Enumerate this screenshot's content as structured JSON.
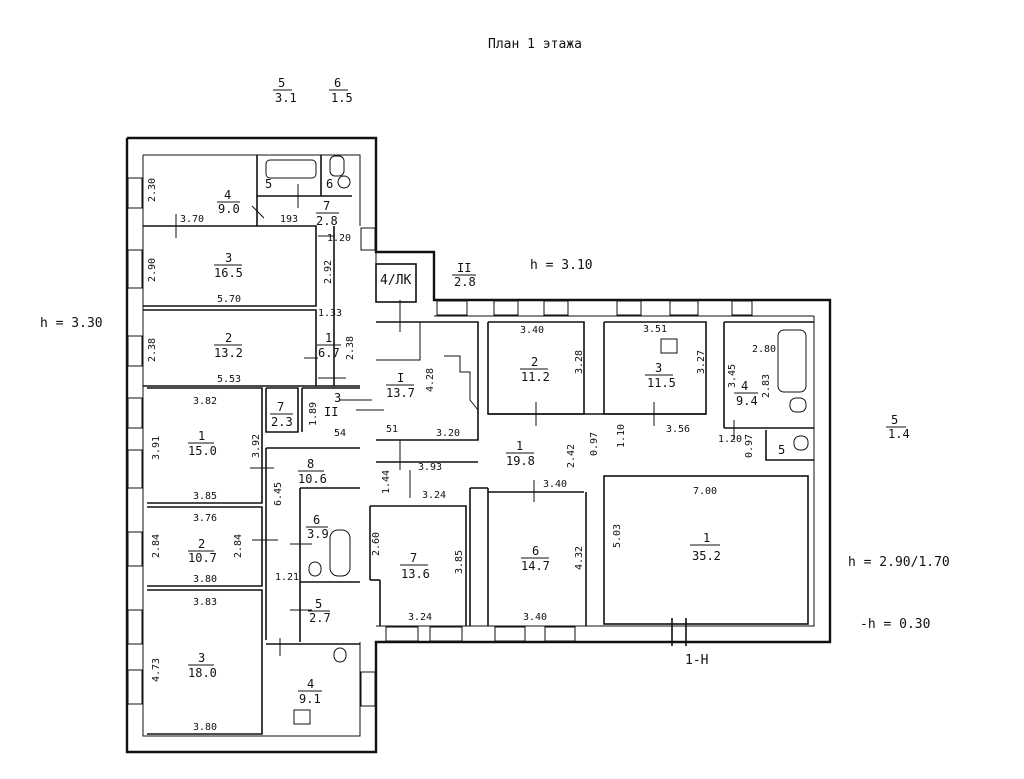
{
  "title": "План 1 этажа",
  "heights": {
    "left": "h = 3.30",
    "center": "h = 3.10",
    "right_main": "h = 2.90/1.70",
    "right_minus": "-h = 0.30"
  },
  "entrance": "1-Н",
  "stair_label": "4/ЛК",
  "top_fractions": [
    {
      "n": "5",
      "a": "3.1"
    },
    {
      "n": "6",
      "a": "1.5"
    },
    {
      "n": "II",
      "a": "2.8"
    },
    {
      "n": "5",
      "a": "1.4"
    }
  ],
  "rooms": [
    {
      "n": "4",
      "a": "9.0"
    },
    {
      "n": "7",
      "a": "2.8"
    },
    {
      "n": "3",
      "a": "16.5"
    },
    {
      "n": "2",
      "a": "13.2"
    },
    {
      "n": "1",
      "a": "6.7"
    },
    {
      "n": "1",
      "a": "15.0"
    },
    {
      "n": "7",
      "a": "2.3"
    },
    {
      "n": "8",
      "a": "10.6"
    },
    {
      "n": "2",
      "a": "10.7"
    },
    {
      "n": "6",
      "a": "3.9"
    },
    {
      "n": "5",
      "a": "2.7"
    },
    {
      "n": "3",
      "a": "18.0"
    },
    {
      "n": "4",
      "a": "9.1"
    },
    {
      "n": "I",
      "a": "13.7"
    },
    {
      "n": "7",
      "a": "13.6"
    },
    {
      "n": "2",
      "a": "11.2"
    },
    {
      "n": "1",
      "a": "19.8"
    },
    {
      "n": "6",
      "a": "14.7"
    },
    {
      "n": "3",
      "a": "11.5"
    },
    {
      "n": "4",
      "a": "9.4"
    },
    {
      "n": "1",
      "a": "35.2"
    }
  ],
  "small_labels": [
    "5",
    "6",
    "5",
    "3",
    "II"
  ],
  "dims": [
    "2.30",
    "3.70",
    "193",
    "1.20",
    "2.90",
    "2.92",
    "5.70",
    "1.33",
    "2.38",
    "2.38",
    "5.53",
    "3.82",
    "3.91",
    "1.89",
    "3.92",
    "54",
    "3.85",
    "3.76",
    "2.84",
    "6.45",
    "2.84",
    "3.80",
    "1.21",
    "3.83",
    "4.73",
    "3.80",
    "4.28",
    "51",
    "3.20",
    "3.93",
    "1.44",
    "3.24",
    "2.60",
    "3.85",
    "3.24",
    "3.40",
    "3.28",
    "2.42",
    "0.97",
    "1.10",
    "3.40",
    "4.32",
    "3.40",
    "3.51",
    "3.27",
    "3.56",
    "2.80",
    "3.45",
    "2.83",
    "1.20",
    "0.97",
    "7.00",
    "5.03"
  ]
}
